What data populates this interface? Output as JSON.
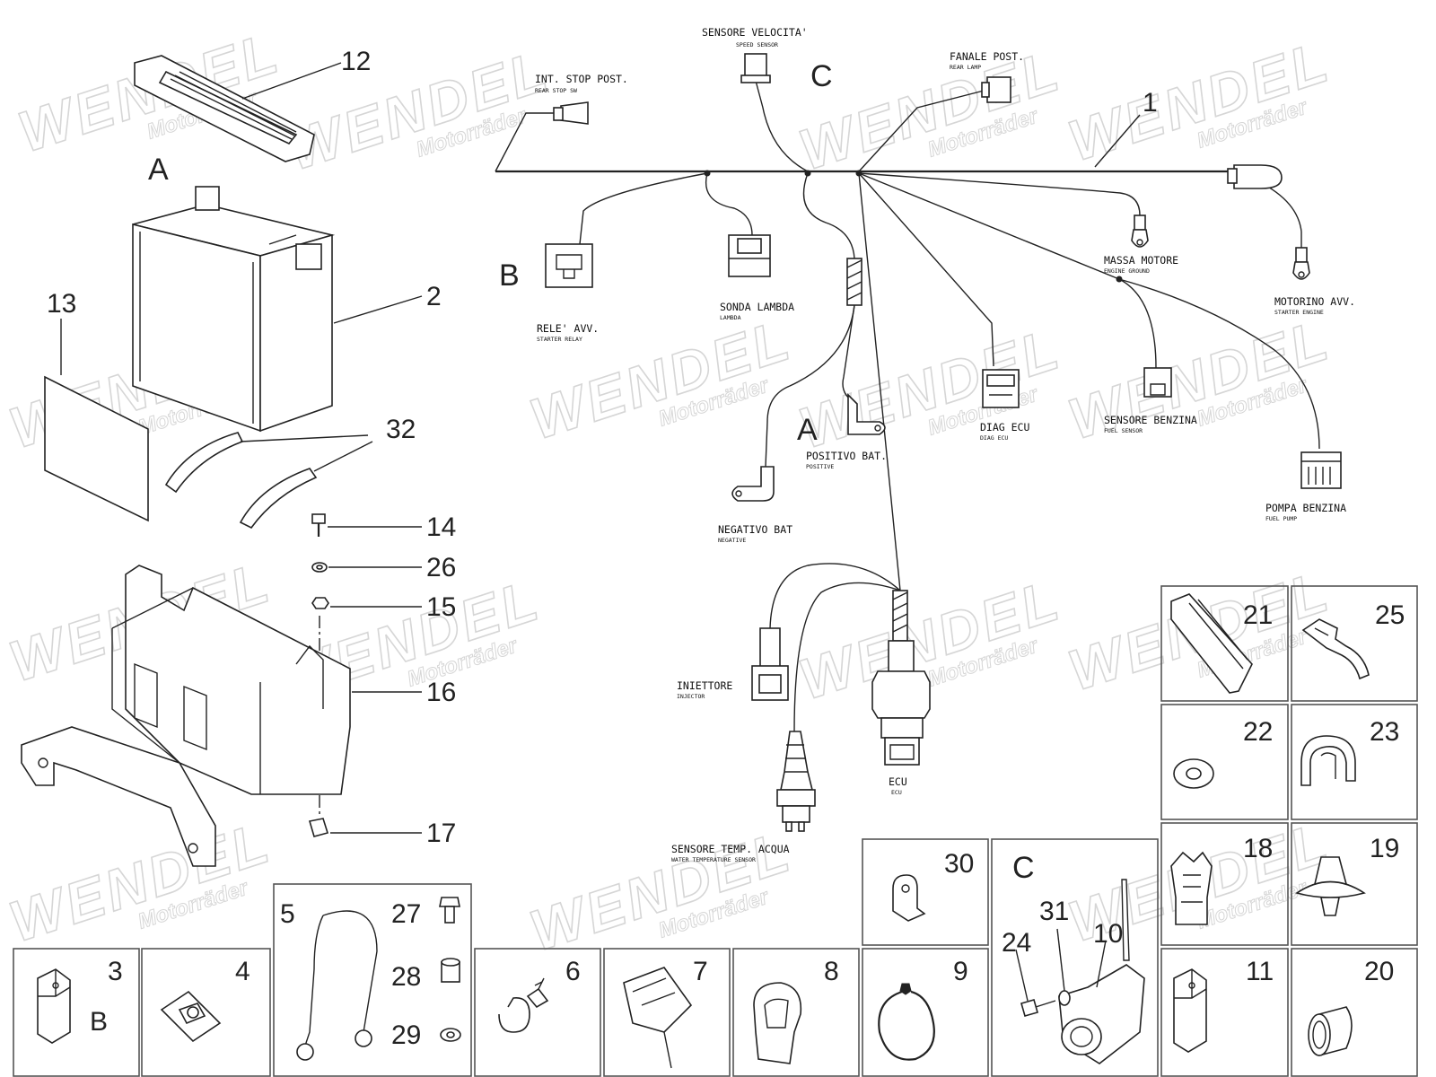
{
  "watermark": {
    "brand": "WENDEL",
    "sub": "Motorräder"
  },
  "section_letters": {
    "a_battery": "A",
    "a_positive": "A",
    "b_relay": "B",
    "b_box": "B",
    "c_top": "C",
    "c_box": "C"
  },
  "part_numbers": {
    "p1": "1",
    "p2": "2",
    "p3": "3",
    "p4": "4",
    "p5": "5",
    "p6": "6",
    "p7": "7",
    "p8": "8",
    "p9": "9",
    "p10": "10",
    "p11": "11",
    "p12": "12",
    "p13": "13",
    "p14": "14",
    "p15": "15",
    "p16": "16",
    "p17": "17",
    "p18": "18",
    "p19": "19",
    "p20": "20",
    "p21": "21",
    "p22": "22",
    "p23": "23",
    "p24": "24",
    "p25": "25",
    "p26": "26",
    "p27": "27",
    "p28": "28",
    "p29": "29",
    "p30": "30",
    "p31": "31",
    "p32": "32"
  },
  "wiring_labels": {
    "speed_sensor": {
      "it": "SENSORE VELOCITA'",
      "en": "SPEED SENSOR"
    },
    "rear_stop": {
      "it": "INT. STOP POST.",
      "en": "REAR STOP SW"
    },
    "rear_lamp": {
      "it": "FANALE POST.",
      "en": "REAR LAMP"
    },
    "starter_relay": {
      "it": "RELE' AVV.",
      "en": "STARTER RELAY"
    },
    "lambda": {
      "it": "SONDA LAMBDA",
      "en": "LAMBDA"
    },
    "engine_ground": {
      "it": "MASSA MOTORE",
      "en": "ENGINE GROUND"
    },
    "starter_engine": {
      "it": "MOTORINO AVV.",
      "en": "STARTER ENGINE"
    },
    "diag_ecu": {
      "it": "DIAG ECU",
      "en": "DIAG ECU"
    },
    "fuel_sensor": {
      "it": "SENSORE BENZINA",
      "en": "FUEL SENSOR"
    },
    "positive": {
      "it": "POSITIVO BAT.",
      "en": "POSITIVE"
    },
    "negative": {
      "it": "NEGATIVO BAT",
      "en": "NEGATIVE"
    },
    "fuel_pump": {
      "it": "POMPA BENZINA",
      "en": "FUEL PUMP"
    },
    "injector": {
      "it": "INIETTORE",
      "en": "INJECTOR"
    },
    "ecu": {
      "it": "ECU",
      "en": "ECU"
    },
    "water_temp": {
      "it": "SENSORE TEMP. ACQUA",
      "en": "WATER TEMPERATURE SENSOR"
    }
  }
}
